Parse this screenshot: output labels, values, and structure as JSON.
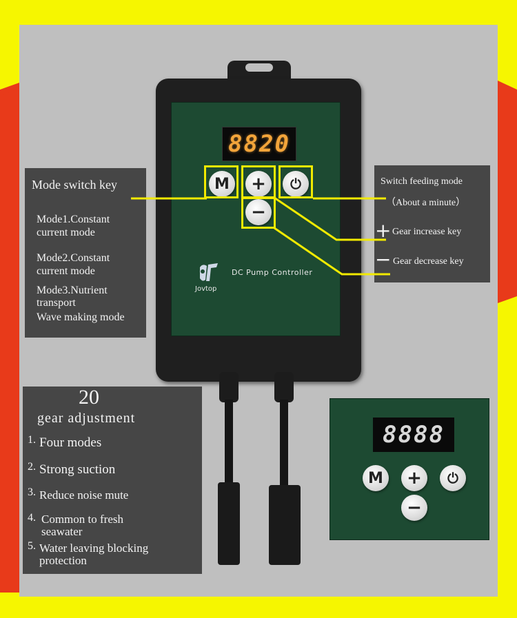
{
  "device": {
    "display_value": "8820",
    "buttons": {
      "mode": "M",
      "plus": "+",
      "minus": "−",
      "power": "⏻"
    },
    "brand_text": "DC Pump Controller",
    "brand_name": "Jovtop"
  },
  "callouts": {
    "mode_switch": "Mode switch key",
    "modes": [
      "Mode1.Constant",
      "current mode",
      "Mode2.Constant",
      "current mode",
      "Mode3.Nutrient",
      "transport",
      "Wave making mode"
    ],
    "feeding_mode": "Switch feeding mode",
    "feeding_duration": "（About a minute）",
    "gear_increase_symbol": "+",
    "gear_increase": "Gear increase key",
    "gear_decrease_symbol": "−",
    "gear_decrease": "Gear decrease key"
  },
  "features": {
    "gear_number": "20",
    "gear_label": "gear adjustment",
    "items": [
      {
        "num": "1.",
        "text": "Four modes"
      },
      {
        "num": "2.",
        "text": "Strong suction"
      },
      {
        "num": "3.",
        "text": "Reduce noise mute"
      },
      {
        "num": "4.",
        "text": "Common to fresh",
        "text2": "seawater"
      },
      {
        "num": "5.",
        "text": "Water leaving blocking",
        "text2": "protection"
      }
    ]
  },
  "inset": {
    "display_value": "8888",
    "buttons": {
      "mode": "M",
      "plus": "+",
      "minus": "−",
      "power": "⏻"
    }
  },
  "colors": {
    "background_yellow": "#f6f600",
    "background_red": "#e83a1a",
    "panel_gray": "#bfbfbf",
    "faceplate_green": "#1d4a32",
    "highlight_yellow": "#f2ea00",
    "display_amber": "#f2a43a",
    "callout_gray": "#464646"
  }
}
